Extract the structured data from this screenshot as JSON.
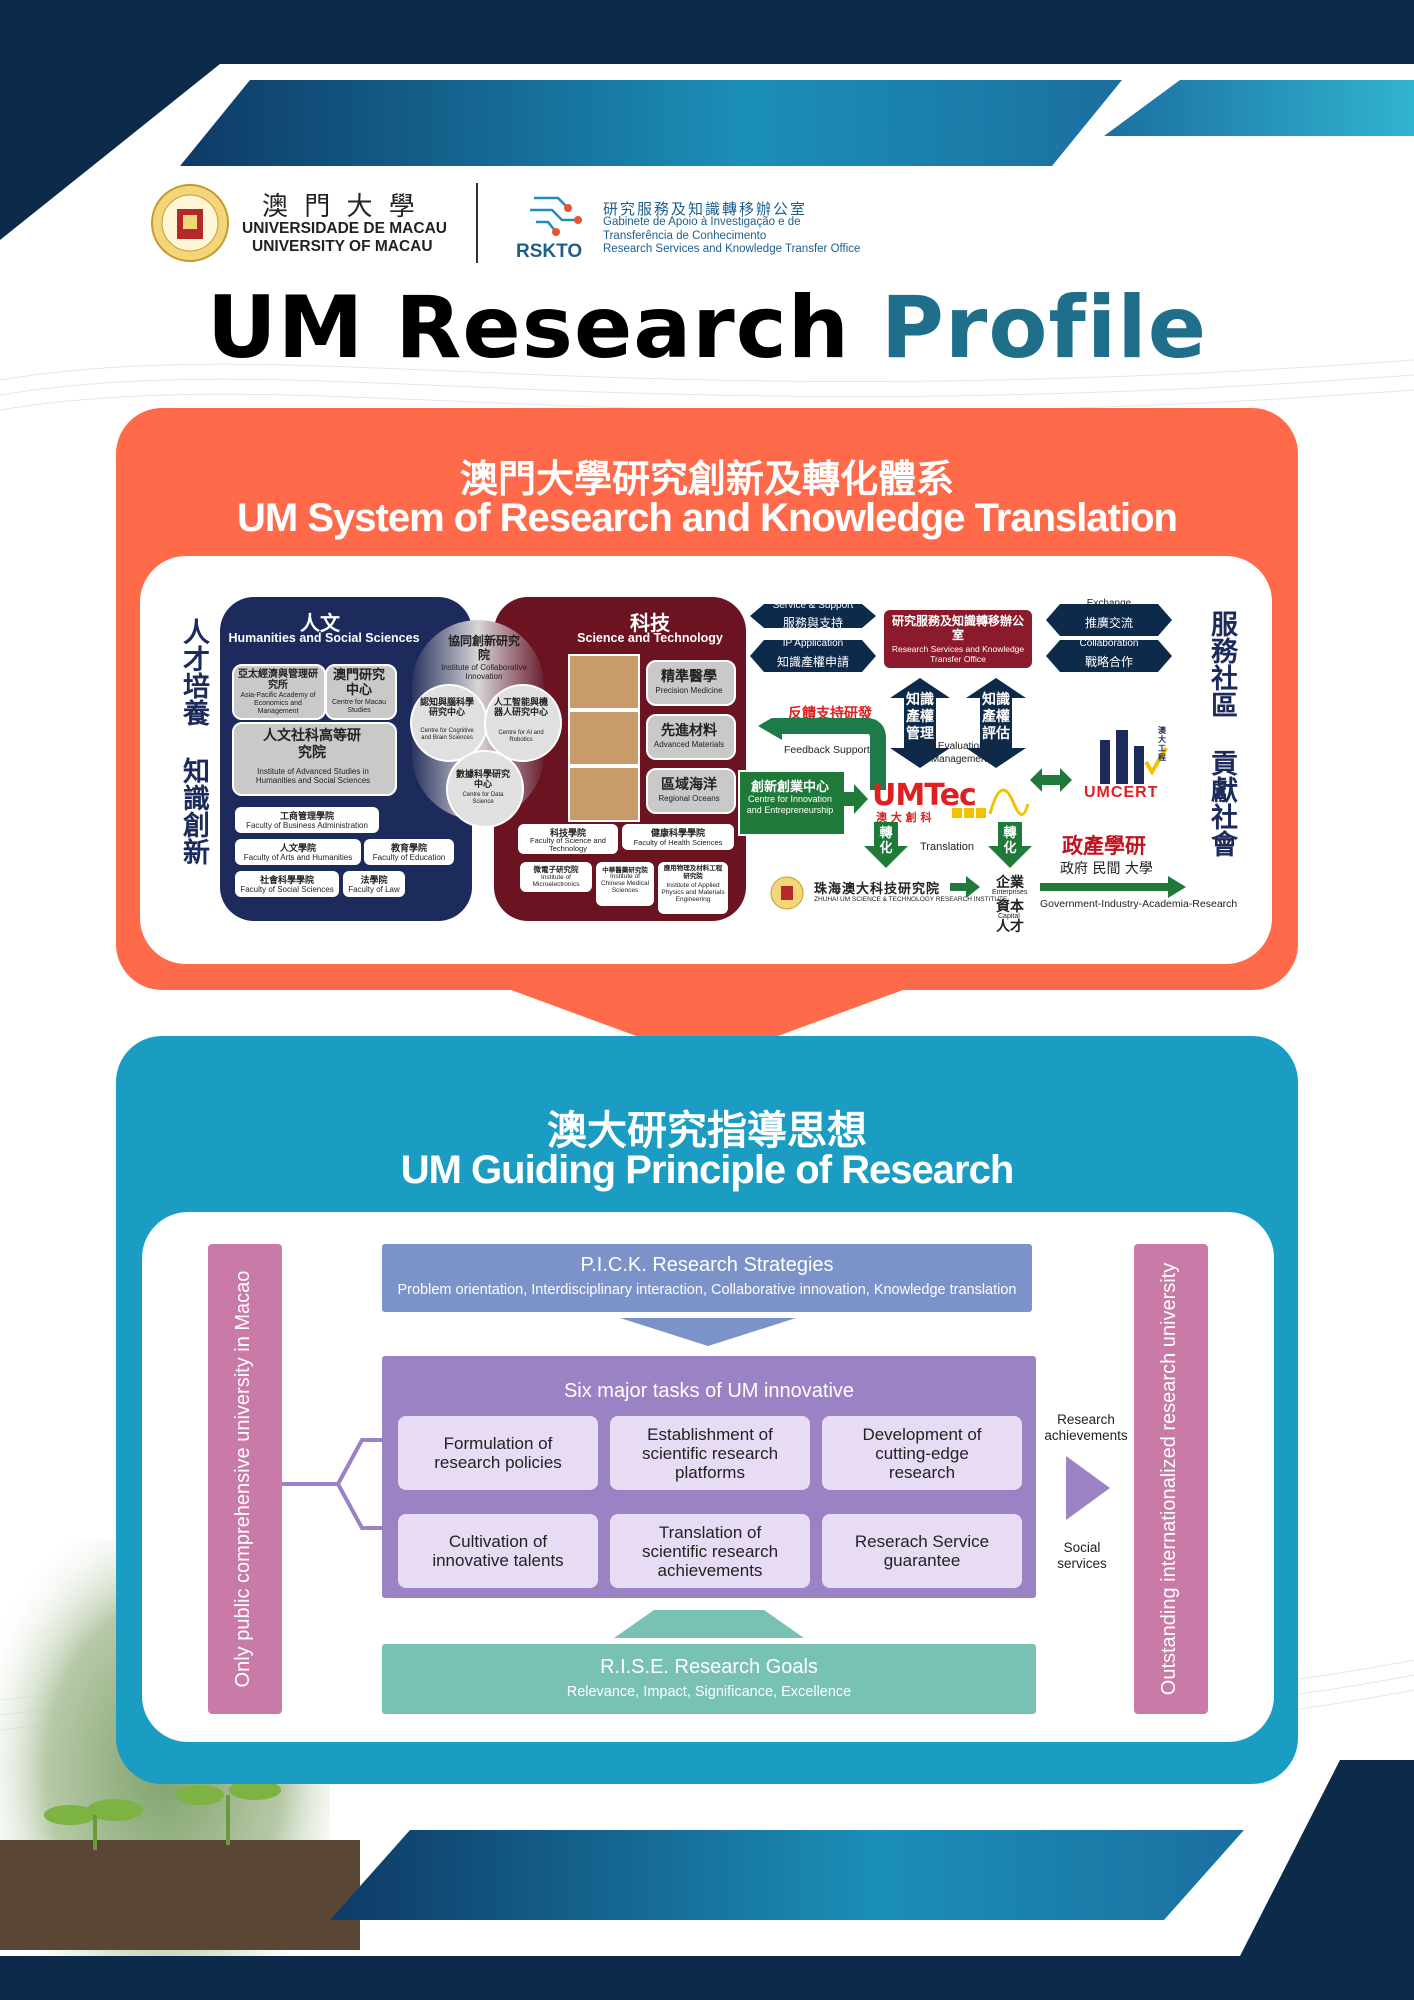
{
  "header": {
    "um_logo_chinese": "澳 門 大 學",
    "um_name_pt": "UNIVERSIDADE DE MACAU",
    "um_name_en": "UNIVERSITY OF MACAU",
    "seal_text": "UNIVERSIDADE DE MACAU",
    "rskto_abbr": "RSKTO",
    "rskto_zh": "研究服務及知識轉移辦公室",
    "rskto_pt_1": "Gabinete de Apoio à Investigação e de",
    "rskto_pt_2": "Transferência de Conhecimento",
    "rskto_en": "Research Services and Knowledge Transfer Office"
  },
  "page_title": {
    "part1": "UM Research",
    "part2": "Profile"
  },
  "colors": {
    "navy": "#0e2a4a",
    "teal": "#1f6f8b",
    "orange": "#ff6b4a",
    "blue": "#1b9cc3",
    "maroon": "#6b1320",
    "purple": "#9b82c4",
    "pink": "#c97aa6",
    "mint": "#78c2b4",
    "green": "#1f7a3a"
  },
  "system": {
    "title_zh": "澳門大學研究創新及轉化體系",
    "title_en": "UM System of Research and Knowledge Translation",
    "left_vertical": "人才培養 知識創新",
    "right_vertical": "服務社區 貢獻社會",
    "humanities": {
      "title_zh": "人文",
      "title_en": "Humanities and Social Sciences",
      "boxes": [
        {
          "zh": "亞太經濟與管理研究所",
          "en": "Asia-Pacific Academy of Economics and Management"
        },
        {
          "zh": "澳門研究中心",
          "en": "Centre for Macau Studies"
        },
        {
          "zh": "人文社科高等研究院",
          "en": "Institute of Advanced Studies in Humanities and Social Sciences"
        }
      ],
      "faculties": [
        {
          "zh": "工商管理學院",
          "en": "Faculty of Business Administration"
        },
        {
          "zh": "人文學院",
          "en": "Faculty of Arts and Humanities"
        },
        {
          "zh": "教育學院",
          "en": "Faculty of Education"
        },
        {
          "zh": "社會科學學院",
          "en": "Faculty of Social Sciences"
        },
        {
          "zh": "法學院",
          "en": "Faculty of Law"
        }
      ]
    },
    "ici": {
      "zh": "協同創新研究院",
      "en": "Institute of Collaborative Innovation",
      "centres": [
        {
          "zh": "認知與腦科學研究中心",
          "en": "Centre for Cognitive and Brain Sciences"
        },
        {
          "zh": "人工智能與機器人研究中心",
          "en": "Centre for AI and Robotics"
        },
        {
          "zh": "數據科學研究中心",
          "en": "Centre for Data Science"
        }
      ]
    },
    "science": {
      "title_zh": "科技",
      "title_en": "Science and Technology",
      "labs": [
        {
          "zh": "精準醫學",
          "en": "Precision Medicine"
        },
        {
          "zh": "先進材料",
          "en": "Advanced Materials"
        },
        {
          "zh": "區域海洋",
          "en": "Regional Oceans"
        }
      ],
      "faculties": [
        {
          "zh": "科技學院",
          "en": "Faculty of Science and Technology"
        },
        {
          "zh": "健康科學學院",
          "en": "Faculty of Health Sciences"
        }
      ],
      "institutes": [
        {
          "zh": "微電子研究院",
          "en": "Institute of Microelectronics"
        },
        {
          "zh": "中華醫藥研究院",
          "en": "Institute of Chinese Medical Sciences"
        },
        {
          "zh": "應用物理及材料工程研究院",
          "en": "Institute of Applied Physics and Materials Engineering"
        }
      ]
    },
    "service_support": {
      "en": "Service & Support",
      "zh": "服務與支持"
    },
    "ip_application": {
      "en": "IP Application",
      "zh": "知識產權申請"
    },
    "rskto_box": {
      "zh": "研究服務及知識轉移辦公室",
      "en": "Research Services and Knowledge Transfer Office"
    },
    "exchange": {
      "en": "Exchange",
      "zh": "推廣交流"
    },
    "collaboration": {
      "en": "Collaboration",
      "zh": "戰略合作"
    },
    "ip_mgmt": "知識產權管理",
    "ip_eval": "知識產權評估",
    "ip_eval_en": "IP Evaluation & Management",
    "feedback_zh": "反饋支持研發",
    "feedback_en": "Feedback Support",
    "cie": {
      "zh": "創新創業中心",
      "en": "Centre for Innovation and Entrepreneurship"
    },
    "umtec": {
      "name": "UMTec",
      "zh": "澳 大 創 科"
    },
    "transform": "轉化",
    "translation": "Translation",
    "umcert": "UMCERT",
    "umcert_zh": "澳大工程",
    "gia": {
      "zh": "政產學研",
      "sub": "政府 民間 大學",
      "en": "Government-Industry-Academia-Research"
    },
    "zhuhai": {
      "zh": "珠海澳大科技研究院",
      "en": "ZHUHAI UM SCIENCE & TECHNOLOGY RESEARCH INSTITUTE"
    },
    "enterprise": {
      "zh": "企業",
      "en": "Enterprises",
      "capital_zh": "資本",
      "capital_en": "Capital",
      "talent_zh": "人才"
    }
  },
  "principle": {
    "title_zh": "澳大研究指導思想",
    "title_en": "UM Guiding Principle of Research",
    "left_bar": "Only public comprehensive university in Macao",
    "right_bar": "Outstanding internationalized research university",
    "pick_title": "P.I.C.K. Research Strategies",
    "pick_sub": "Problem orientation, Interdisciplinary interaction, Collaborative innovation, Knowledge translation",
    "tasks_title": "Six major tasks of UM innovative",
    "tasks": [
      "Formulation of research policies",
      "Establishment of scientific research platforms",
      "Development of cutting-edge research",
      "Cultivation of innovative talents",
      "Translation of scientific research achievements",
      "Reserach Service guarantee"
    ],
    "research_achievements": "Research achievements",
    "social_services": "Social services",
    "rise_title": "R.I.S.E. Research Goals",
    "rise_sub": "Relevance, Impact, Significance, Excellence"
  }
}
